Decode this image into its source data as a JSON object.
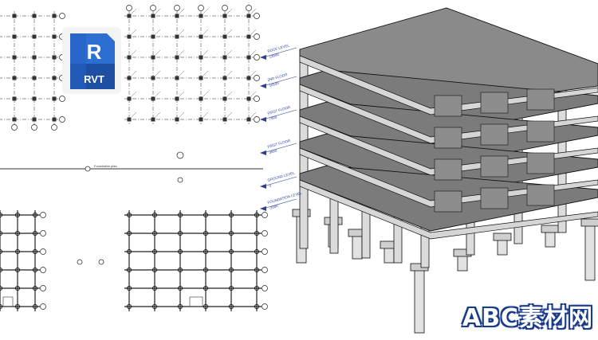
{
  "app_logo": {
    "letter": "R",
    "caption": "RVT",
    "icon": "revit-logo-icon",
    "primary_color": "#2d6fd0",
    "secondary_color": "#1f4fa3"
  },
  "plan_labels": {
    "foundation_plan": "Foundation plan"
  },
  "levels": [
    {
      "name": "ROOF LEVEL",
      "elevation": "13900"
    },
    {
      "name": "2ND FLOOR",
      "elevation": "10500"
    },
    {
      "name": "FIRST FLOOR",
      "elevation": "7000"
    },
    {
      "name": "FIRST FLOOR",
      "elevation": "3500"
    },
    {
      "name": "GROUND LEVEL",
      "elevation": "0"
    },
    {
      "name": "FOUNDATION LEVEL",
      "elevation": "-2000"
    }
  ],
  "watermark": {
    "text": "ABC素材网"
  },
  "colors": {
    "slab": "#8a8a8a",
    "frame": "#d0d0d0",
    "line": "#111111",
    "level_marker": "#2a3f9a"
  }
}
